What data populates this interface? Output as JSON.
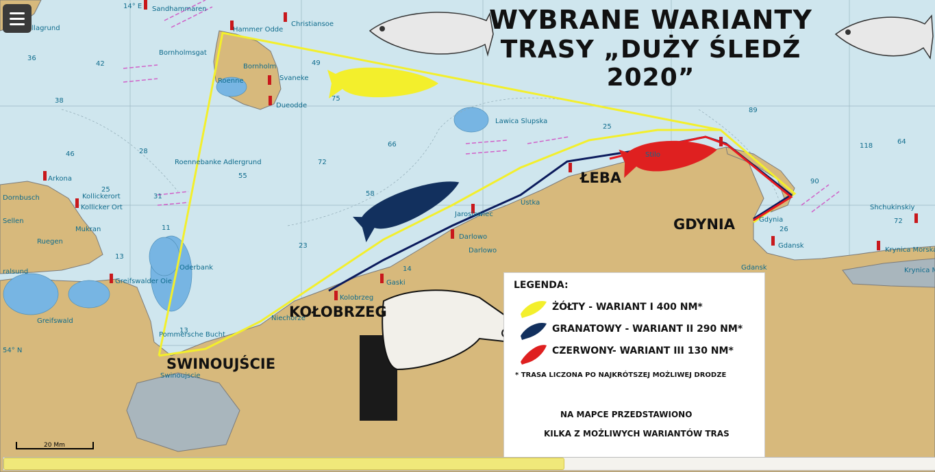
{
  "menu": {
    "icon": "hamburger-menu-icon"
  },
  "title": {
    "line1": "WYBRANE WARIANTY",
    "line2": "TRASY „DUŻY ŚLEDŹ 2020”"
  },
  "cities": {
    "swinoujscie": "SWINOUJŚCIE",
    "kolobrzeg": "KOŁOBRZEG",
    "leba": "ŁEBA",
    "gdynia": "GDYNIA"
  },
  "chart_labels": {
    "sandhammaren": "Sandhammaren",
    "hammer_odde": "Hammer Odde",
    "christiansoe": "Christiansoe",
    "kullagrund": "Kullagrund",
    "bornholmsgat": "Bornholmsgat",
    "bornholm": "Bornholm",
    "roenne": "Roenne",
    "svaneke": "Svaneke",
    "dueodde": "Dueodde",
    "lawica_slupska": "Lawica Slupska",
    "roennebanke": "Roennebanke Adlergrund",
    "arkona": "Arkona",
    "dornbusch": "Dornbusch",
    "kollickerort": "Kollickerort",
    "kollicker_ort": "Kollicker Ort",
    "mukran": "Mukran",
    "sellen": "Sellen",
    "ruegen": "Ruegen",
    "oderbank": "Oderbank",
    "greifswalder_oie": "Greifswalder Oie",
    "ralsund": "ralsund",
    "greifswald": "Greifswald",
    "pommersche_bucht": "Pommersche Bucht",
    "swinoujscie_small": "Swinoujscie",
    "niechorze": "Niechorze",
    "kolobrzeg_small": "Kolobrzeg",
    "gaski": "Gaski",
    "darlowo": "Darlowo",
    "darlowo2": "Darlowo",
    "jaroslawiec": "Jaroslawiec",
    "ustka": "Ustka",
    "stilo": "Stilo",
    "gdansk": "Gdansk",
    "gdansk2": "Gdansk",
    "gdynia_small": "Gdynia",
    "shchukinskiy": "Shchukinskiy",
    "krynica_morska": "Krynica Morska",
    "krynica_morska2": "Krynica Morska",
    "lon_14e": "14° E",
    "lat_54n": "54° N",
    "depths": [
      "42",
      "49",
      "75",
      "89",
      "118",
      "64",
      "46",
      "28",
      "25",
      "55",
      "72",
      "66",
      "58",
      "31",
      "11",
      "13",
      "23",
      "14",
      "13",
      "26",
      "90",
      "72",
      "36",
      "38",
      "25"
    ]
  },
  "legend": {
    "title": "LEGENDA:",
    "yellow": "ŻÓŁTY - WARIANT I 400 NM*",
    "navy": "GRANATOWY - WARIANT II 290 NM*",
    "red": "CZERWONY- WARIANT III 130 NM*",
    "note": "* TRASA LICZONA PO NAJKRÓTSZEJ MOŻLIWEJ DRODZE",
    "footer_line1": "NA MAPCE PRZEDSTAWIONO",
    "footer_line2": "KILKA Z MOŻLIWYCH WARIANTÓW TRAS"
  },
  "scale_bar": {
    "label": "20 Mm"
  },
  "progress": {
    "fraction": 0.6
  },
  "colors": {
    "sea": "#cfe6ee",
    "land": "#d7b97c",
    "shallow": "#77b5e3",
    "route_yellow": "#f3ef2c",
    "route_navy": "#0b1a5c",
    "route_red": "#e8191f",
    "fish_yellow": "#f3ef2c",
    "fish_navy": "#12305e",
    "fish_red": "#df2020"
  }
}
